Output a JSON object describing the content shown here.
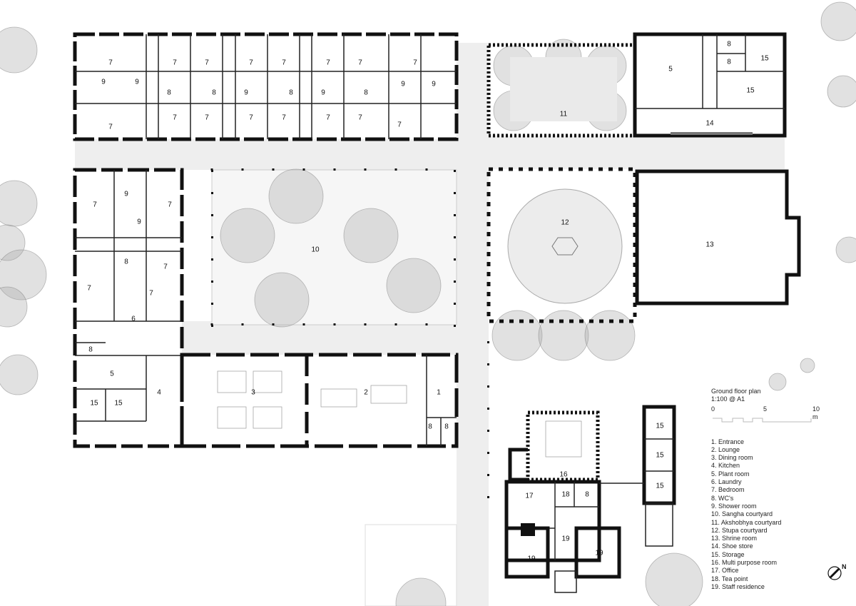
{
  "title": "Ground floor plan",
  "scale_text": "1:100 @ A1",
  "scale_bar": {
    "start": "0",
    "mid": "5",
    "end": "10 m"
  },
  "north_label": "N",
  "legend": [
    "1. Entrance",
    "2. Lounge",
    "3. Dining room",
    "4. Kitchen",
    "5. Plant room",
    "6. Laundry",
    "7. Bedroom",
    "8. WC's",
    "9. Shower room",
    "10. Sangha courtyard",
    "11. Akshobhya courtyard",
    "12. Stupa courtyard",
    "13. Shrine room",
    "14. Shoe store",
    "15. Storage",
    "16. Multi purpose room",
    "17. Office",
    "18. Tea point",
    "19.  Staff residence"
  ],
  "room_labels": [
    "7",
    "7",
    "7",
    "7",
    "7",
    "7",
    "7",
    "7",
    "9",
    "9",
    "8",
    "8",
    "9",
    "8",
    "9",
    "8",
    "9",
    "9",
    "7",
    "7",
    "7",
    "7",
    "7",
    "7",
    "7",
    "7",
    "9",
    "7",
    "7",
    "9",
    "8",
    "7",
    "7",
    "7",
    "6",
    "8",
    "5",
    "4",
    "15",
    "15",
    "3",
    "2",
    "1",
    "8",
    "8",
    "10",
    "11",
    "12",
    "13",
    "5",
    "8",
    "8",
    "15",
    "15",
    "14",
    "16",
    "17",
    "18",
    "8",
    "19",
    "19",
    "19",
    "15",
    "15",
    "15"
  ]
}
